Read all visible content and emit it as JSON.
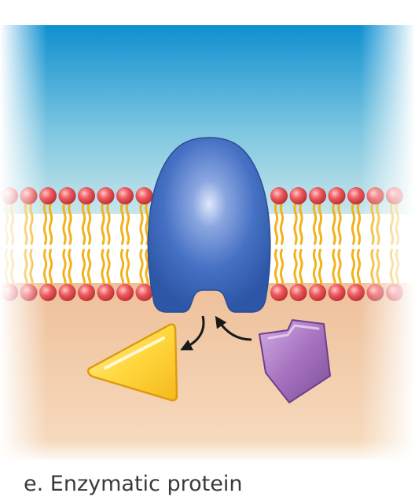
{
  "caption": "e. Enzymatic protein",
  "colors": {
    "extracellular_top": "#0f8fd0",
    "extracellular_bottom": "#b8dde8",
    "cytoplasm": "#f2cfa8",
    "phospholipid_head": "#e8444a",
    "lipid_tail": "#f2b21a",
    "enzyme": "#3d6fc2",
    "substrate_triangle": "#ffd84a",
    "substrate_polygon": "#a06cb8",
    "arrow": "#1a1a1a"
  },
  "icons": [
    "phospholipid-bilayer",
    "enzyme-protein",
    "yellow-triangle-molecule",
    "purple-polygon-molecule",
    "reaction-arrow"
  ]
}
